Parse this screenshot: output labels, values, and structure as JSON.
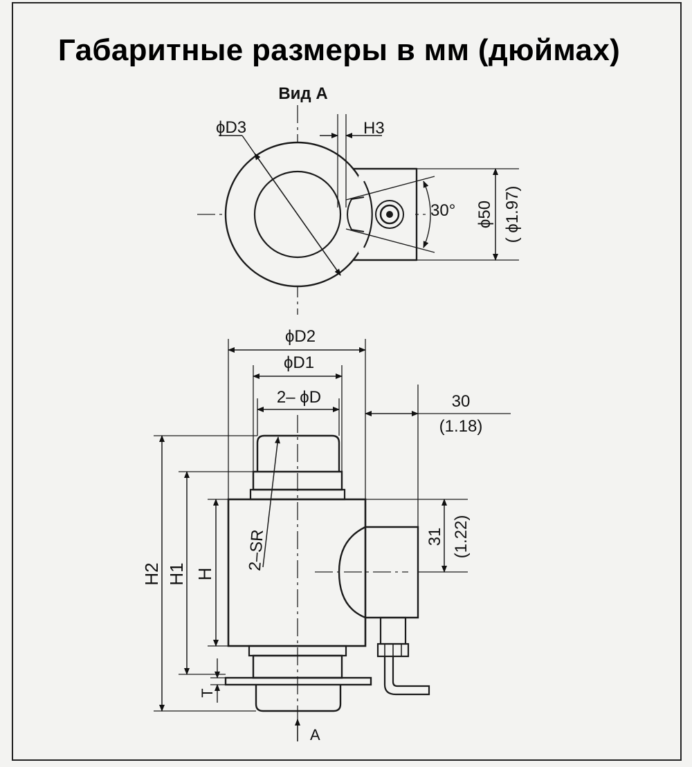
{
  "title": "Габаритные размеры в мм (дюймах)",
  "top_view": {
    "view_label": "Вид А",
    "d3_label": "ϕD3",
    "h3_label": "H3",
    "angle_label": "30°",
    "width_label": "ϕ50",
    "width_inch_label": "( ϕ1.97)"
  },
  "side_view": {
    "d2_label": "ϕD2",
    "d1_label": "ϕD1",
    "d_label": "2– ϕD",
    "offset_label": "30",
    "offset_inch_label": "(1.18)",
    "h2_label": "H2",
    "h1_label": "H1",
    "h_label": "H",
    "t_label": "T",
    "sr_label": "2–SR",
    "conn_height_label": "31",
    "conn_height_inch_label": "(1.22)",
    "view_arrow_label": "A"
  },
  "colors": {
    "ink": "#111111",
    "paper": "#f3f3f1"
  }
}
